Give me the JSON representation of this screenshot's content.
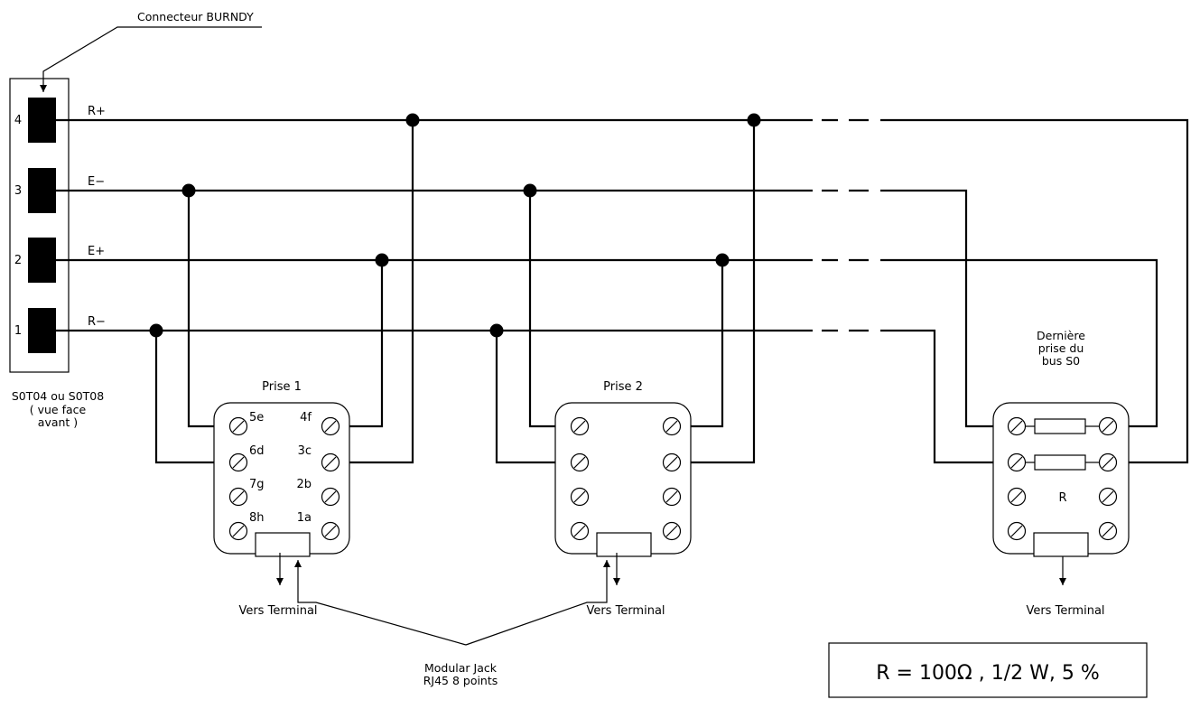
{
  "connector": {
    "callout": "Connecteur BURNDY",
    "caption_lines": [
      "S0T04 ou S0T08",
      "( vue face",
      "avant )"
    ],
    "pins": [
      {
        "number": "4",
        "signal": "R+"
      },
      {
        "number": "3",
        "signal": "E−"
      },
      {
        "number": "2",
        "signal": "E+"
      },
      {
        "number": "1",
        "signal": "R−"
      }
    ]
  },
  "sockets": [
    {
      "title": "Prise 1",
      "pins_left": [
        "5e",
        "6d",
        "7g",
        "8h"
      ],
      "pins_right": [
        "4f",
        "3c",
        "2b",
        "1a"
      ],
      "terminal": "Vers Terminal"
    },
    {
      "title": "Prise 2",
      "terminal": "Vers Terminal"
    },
    {
      "title_lines": [
        "Dernière",
        "prise du",
        "bus S0"
      ],
      "resistor_label": "R",
      "terminal": "Vers Terminal"
    }
  ],
  "jack_callout_lines": [
    "Modular Jack",
    "RJ45 8 points"
  ],
  "legend": "R = 100Ω , 1/2 W, 5 %"
}
